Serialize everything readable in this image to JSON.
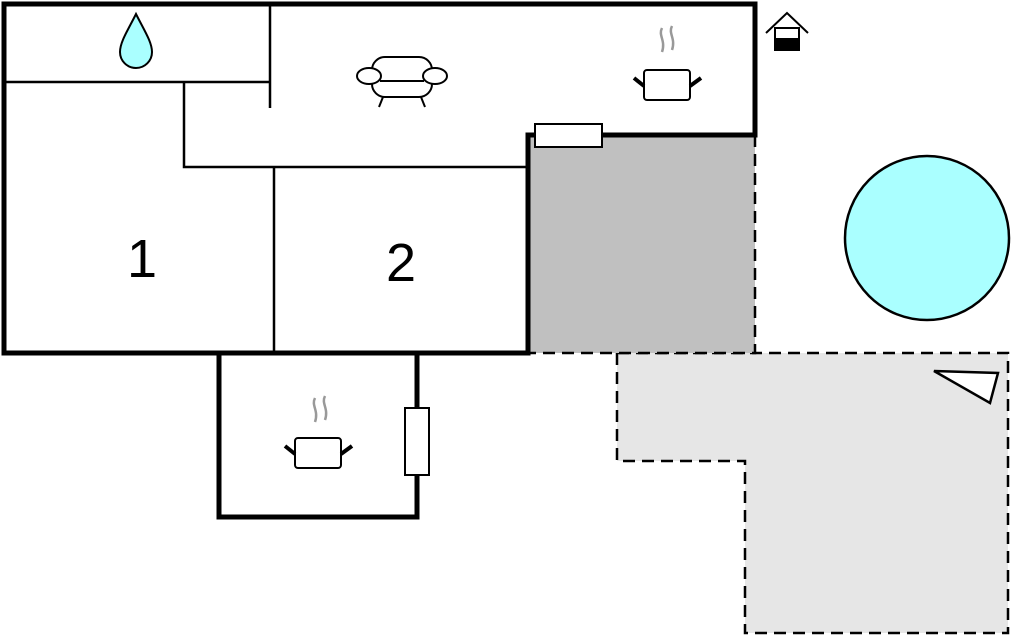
{
  "plan": {
    "rooms": [
      {
        "label": "1"
      },
      {
        "label": "2"
      }
    ],
    "icons": [
      "water-drop-icon",
      "sofa-icon",
      "kitchen-pot-icon",
      "well-icon",
      "pool",
      "terrace",
      "sunbed-icon"
    ],
    "colors": {
      "wall": "#000000",
      "covered_terrace": "#c0c0c0",
      "open_terrace": "#e6e6e6",
      "pool": "#aaffff",
      "steam": "#999999"
    }
  }
}
